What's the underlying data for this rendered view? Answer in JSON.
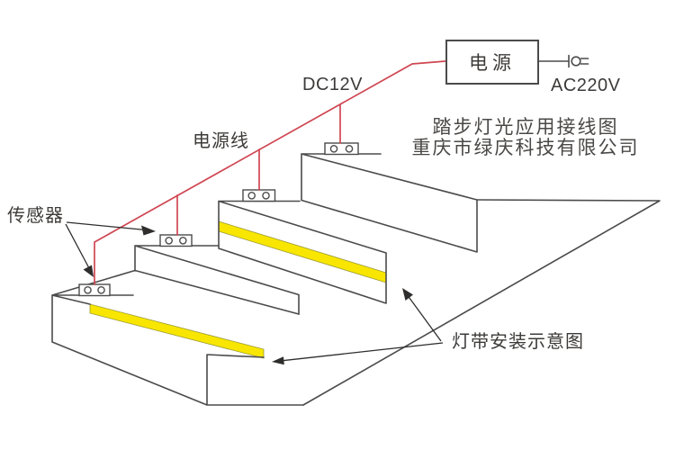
{
  "diagram": {
    "power_box_label": "电源",
    "dc_label": "DC12V",
    "ac_label": "AC220V",
    "power_line_label": "电源线",
    "sensor_label": "传感器",
    "strip_label": "灯带安装示意图",
    "title_line1": "踏步灯光应用接线图",
    "title_line2": "重庆市绿庆科技有限公司",
    "steps_shown": "4",
    "sensors_shown": "4",
    "led_strips_shown": "2"
  },
  "colors": {
    "wire_red": "#cf4652",
    "line_gray": "#4b4b4b",
    "strip_yellow": "#f8e600",
    "strip_edge": "#8f8f2e",
    "arrow_black": "#2f2e2c",
    "text_dark": "#3d3b39"
  },
  "icons": {
    "plug_icon": "ac-plug-icon",
    "sensor_icon": "motion-sensor",
    "arrow_icon": "pointer-arrow"
  }
}
